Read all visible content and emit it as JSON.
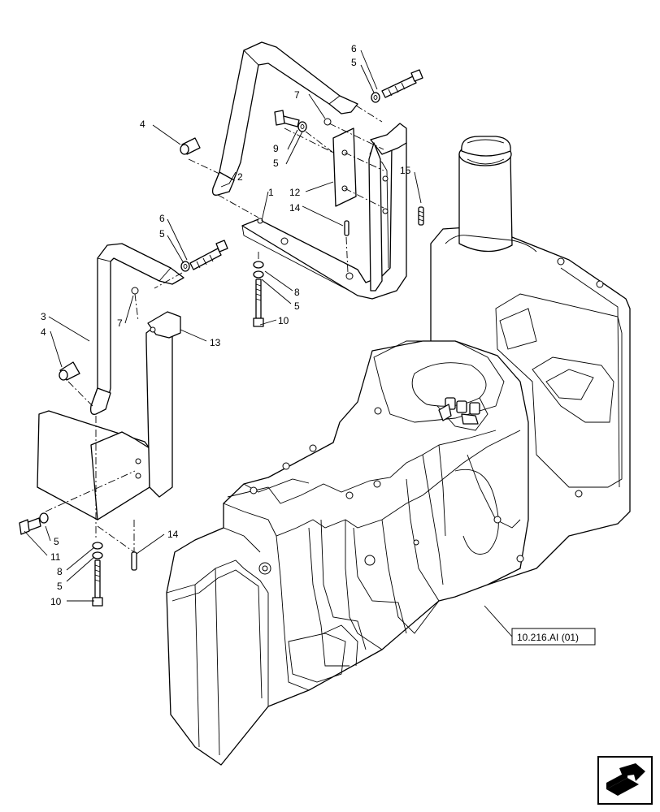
{
  "callouts": {
    "c1": "1",
    "c2": "2",
    "c3": "3",
    "c4a": "4",
    "c4b": "4",
    "c5a": "5",
    "c5b": "5",
    "c5c": "5",
    "c5d": "5",
    "c5e": "5",
    "c5f": "5",
    "c6a": "6",
    "c6b": "6",
    "c7a": "7",
    "c7b": "7",
    "c8a": "8",
    "c8b": "8",
    "c9": "9",
    "c10a": "10",
    "c10b": "10",
    "c11": "11",
    "c12": "12",
    "c13": "13",
    "c14a": "14",
    "c14b": "14",
    "c15": "15"
  },
  "reference": {
    "label": "10.216.AI (01)"
  },
  "nav_icon": "next-page-arrow-icon"
}
